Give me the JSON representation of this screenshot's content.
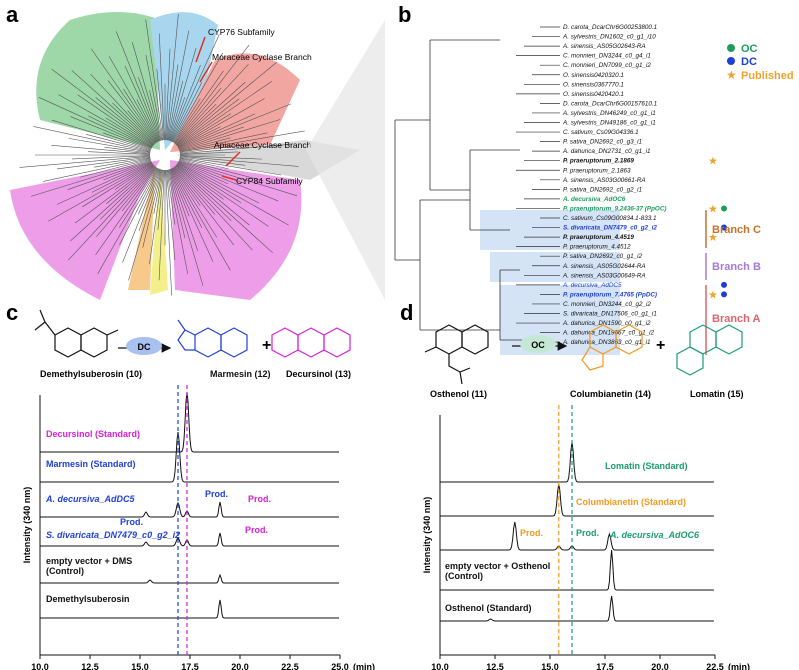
{
  "panels": {
    "a": "a",
    "b": "b",
    "c": "c",
    "d": "d"
  },
  "panel_a": {
    "labels": {
      "cyp76": "CYP76 Subfamily",
      "moraceae": "Moraceae Cyclase Branch",
      "apiaceae": "Apiaceae Cyclase Branch",
      "cyp84": "CYP84 Subfamily"
    }
  },
  "panel_b": {
    "leaves": [
      "D. carota_DcarChr6G00253800.1",
      "A. sylvestris_DN1602_c0_g1_i10",
      "A. sinensis_AS05G02643-RA",
      "C. monnieri_DN3244_c0_g4_i1",
      "C. monnieri_DN7099_c0_g1_i2",
      "O. sinensis0420320.1",
      "O. sinensis0367770.1",
      "O. sinensis0420420.1",
      "D. carota_DcarChr6G00157610.1",
      "A. sylvestris_DN46249_c0_g1_i1",
      "A. sylvestris_DN49186_c0_g1_i1",
      "C. sativum_Cs09G04336.1",
      "P. sativa_DN2692_c0_g3_i1",
      "A. dahurica_DN2731_c0_g1_i1",
      "P. praeruptorum_2.1869",
      "P. praeruptorum_2.1863",
      "A. sinensis_AS03G00661-RA",
      "P. sativa_DN2692_c0_g2_i1",
      "A. decursiva_AdOC6",
      "P. praeruptorum_9.2436-37 (PpOC)",
      "C. sativum_Cs09G00834.1-833.1",
      "S. divaricata_DN7479_c0_g2_i2",
      "P. praeruptorum_4.4519",
      "P. praeruptorum_4.4512",
      "P. sativa_DN2692_c0_g1_i2",
      "A. sinensis_AS05G02644-RA",
      "A. sinensis_AS03G00649-RA",
      "A. decursiva_AdDC5",
      "P. praeruptorum_7.4765   (PpDC)",
      "C. monnieri_DN3244_c0_g2_i2",
      "S. divaricata_DN17506_c0_g1_i1",
      "A. dahurica_DN1590_c0_g1_i2",
      "A. dahurica_DN19667_c0_g1_i2",
      "A. dahurica_DN3863_c0_g1_i1"
    ],
    "legend": {
      "oc": "OC",
      "dc": "DC",
      "published": "Published"
    },
    "branches": {
      "c": "Branch C",
      "b": "Branch B",
      "a": "Branch A"
    }
  },
  "panel_c": {
    "substrate": "Demethylsuberosin (10)",
    "enzyme": "DC",
    "product1": "Marmesin (12)",
    "plus": "+",
    "product2": "Decursinol (13)",
    "traces": [
      "Decursinol (Standard)",
      "Marmesin (Standard)",
      "A. decursiva_AdDC5",
      "S. divaricata_DN7479_c0_g2_i2",
      "empty vector + DMS",
      "(Control)",
      "Demethylsuberosin"
    ],
    "prod": "Prod.",
    "ylabel": "Intensity (340 nm)",
    "xlabel": "(min)",
    "xticks": [
      "10.0",
      "12.5",
      "15.0",
      "17.5",
      "20.0",
      "22.5",
      "25.0"
    ]
  },
  "panel_d": {
    "substrate": "Osthenol (11)",
    "enzyme": "OC",
    "product1": "Columbianetin (14)",
    "plus": "+",
    "product2": "Lomatin (15)",
    "traces": [
      "Lomatin (Standard)",
      "Columbianetin (Standard)",
      "A. decursiva_AdOC6",
      "empty vector + Osthenol",
      "(Control)",
      "Osthenol (Standard)"
    ],
    "prod": "Prod.",
    "ylabel": "Intensity (340 nm)",
    "xlabel": "(min)",
    "xticks": [
      "10.0",
      "12.5",
      "15.0",
      "17.5",
      "20.0",
      "22.5"
    ]
  },
  "colors": {
    "oc": "#1a9e5a",
    "dc": "#1c3fd6",
    "published": "#f0a22a",
    "decursinol": "#d61fd6",
    "marmesin": "#2040d8",
    "columbianetin": "#f29a1e",
    "lomatin": "#1a9e6e",
    "branchC": "#c8712a",
    "branchB": "#a57ad8",
    "branchA": "#e0646c"
  }
}
